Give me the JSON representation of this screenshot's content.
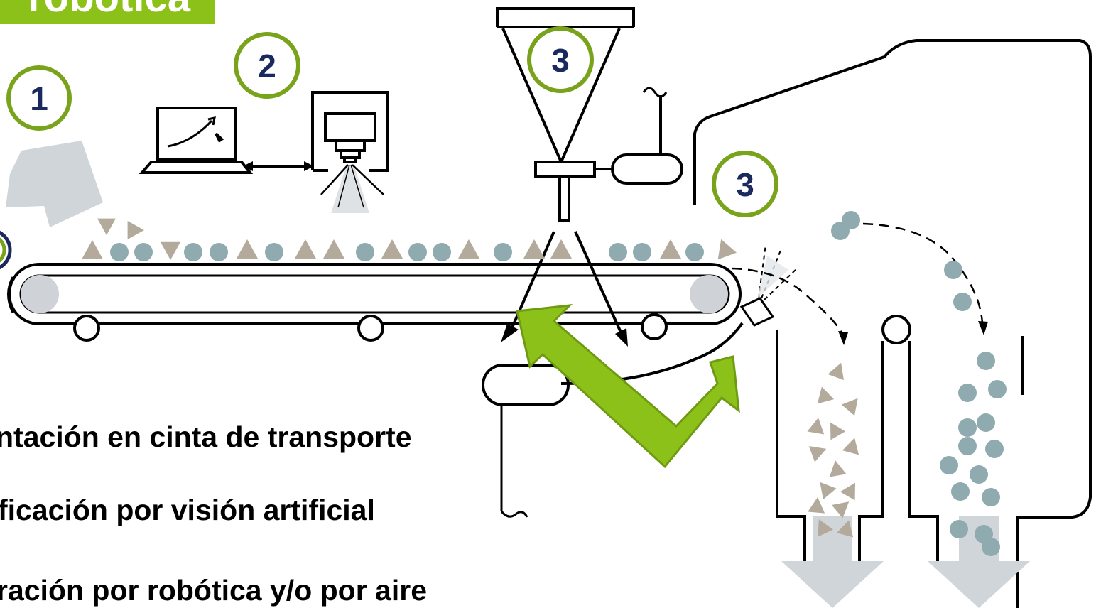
{
  "title": "robótica",
  "markers": [
    {
      "label": "1"
    },
    {
      "label": "2"
    },
    {
      "label": "3"
    },
    {
      "label": "3"
    }
  ],
  "steps": [
    {
      "text": "ntación en cinta de transporte"
    },
    {
      "text": "ficación por visión artificial"
    },
    {
      "text": "ración por robótica y/o por aire"
    }
  ],
  "colors": {
    "accent_green": "#8cc11a",
    "marker_ring": "#7aa31c",
    "marker_text": "#1a2a5e",
    "triangle": "#b3aa9b",
    "circle": "#8fabb0",
    "flow_arrow": "#d0d5d9",
    "line": "#000000"
  },
  "icons": [
    "laptop-icon",
    "camera-icon",
    "conveyor-icon",
    "robot-gripper-icon",
    "air-nozzle-icon",
    "output-arrow-icon"
  ]
}
